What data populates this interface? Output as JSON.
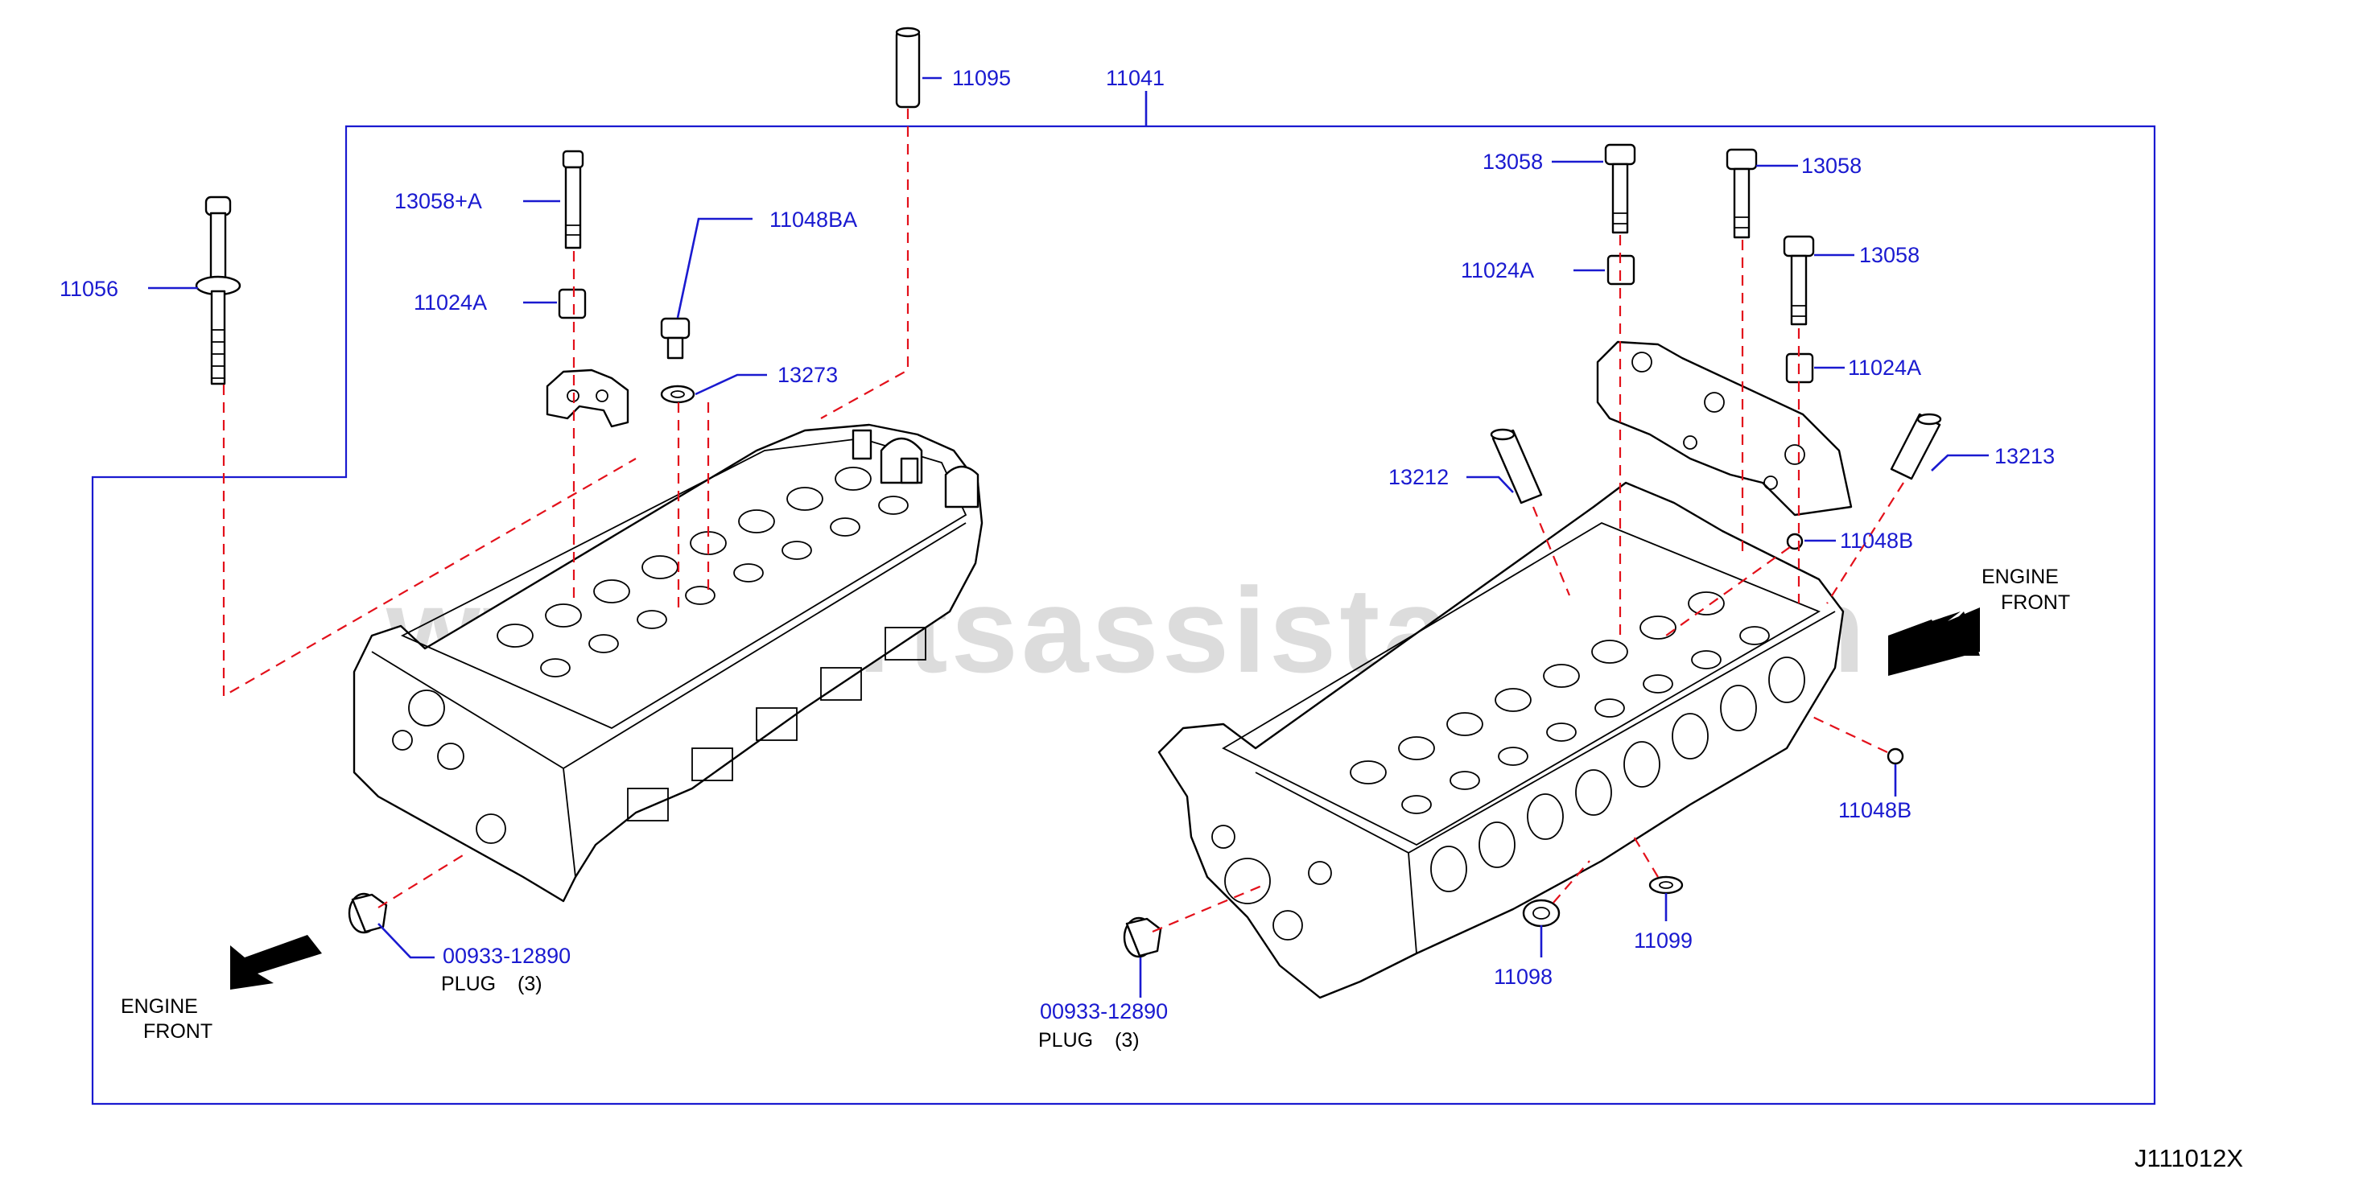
{
  "diagram_code": "J111012X",
  "watermark": "www.partsassistant.com",
  "engine_front": {
    "line1": "ENGINE",
    "line2": "FRONT"
  },
  "part_labels": {
    "p11041": "11041",
    "p11095": "11095",
    "p11056": "11056",
    "p13058A": "13058+A",
    "p11024A_left": "11024A",
    "p11048BA": "11048BA",
    "p13273": "13273",
    "p13058_1": "13058",
    "p13058_2": "13058",
    "p13058_3": "13058",
    "p11024A_r1": "11024A",
    "p11024A_r2": "11024A",
    "p13212": "13212",
    "p13213": "13213",
    "p11048B_1": "11048B",
    "p11048B_2": "11048B",
    "p11098": "11098",
    "p11099": "11099",
    "plug_left_num": "00933-12890",
    "plug_right_num": "00933-12890"
  },
  "plug_note": {
    "text": "PLUG",
    "qty": "(3)"
  }
}
